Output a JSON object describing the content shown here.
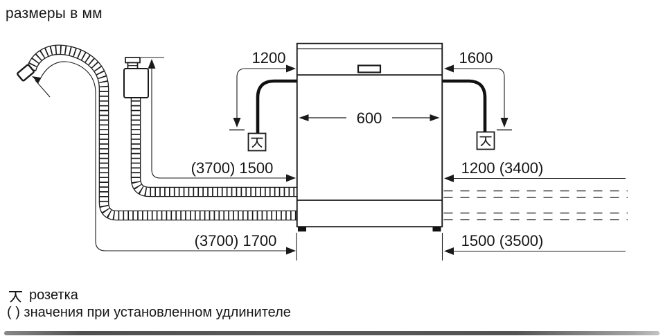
{
  "title": "размеры в мм",
  "diagram": {
    "machine_width": "600",
    "left": {
      "power_cord": "1200",
      "supply_hose": "(3700) 1500",
      "drain_hose": "(3700) 1700"
    },
    "right": {
      "power_cord": "1600",
      "supply_hose": "1200 (3400)",
      "drain_hose": "1500 (3500)"
    }
  },
  "legend": {
    "socket_icon": "socket-icon",
    "socket_label": "розетка",
    "note": "( ) значения при установленном удлинителе"
  },
  "colors": {
    "line": "#1a1a1a",
    "background": "#ffffff"
  }
}
